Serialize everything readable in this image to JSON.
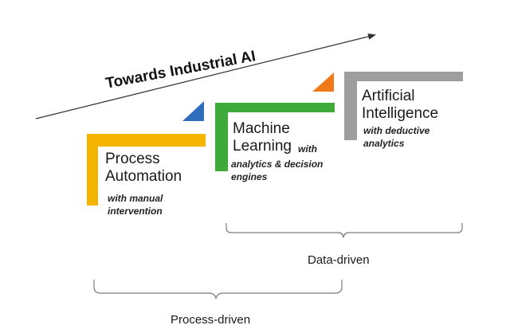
{
  "title": "Towards Industrial AI",
  "stages": [
    {
      "name_lines": [
        "Process",
        "Automation"
      ],
      "sub_lines": [
        "with manual",
        "intervention"
      ],
      "color": "#F5B400"
    },
    {
      "name_lines": [
        "Machine",
        "Learning"
      ],
      "name_suffix": "with",
      "sub_lines": [
        "analytics & decision",
        "engines"
      ],
      "color": "#3DAA3A",
      "marker_color": "#2F6DBE"
    },
    {
      "name_lines": [
        "Artificial",
        "Intelligence"
      ],
      "sub_lines": [
        "with deductive",
        "analytics"
      ],
      "color": "#9E9E9E",
      "marker_color": "#F07A1A"
    }
  ],
  "groups": {
    "data_driven": "Data-driven",
    "process_driven": "Process-driven"
  }
}
